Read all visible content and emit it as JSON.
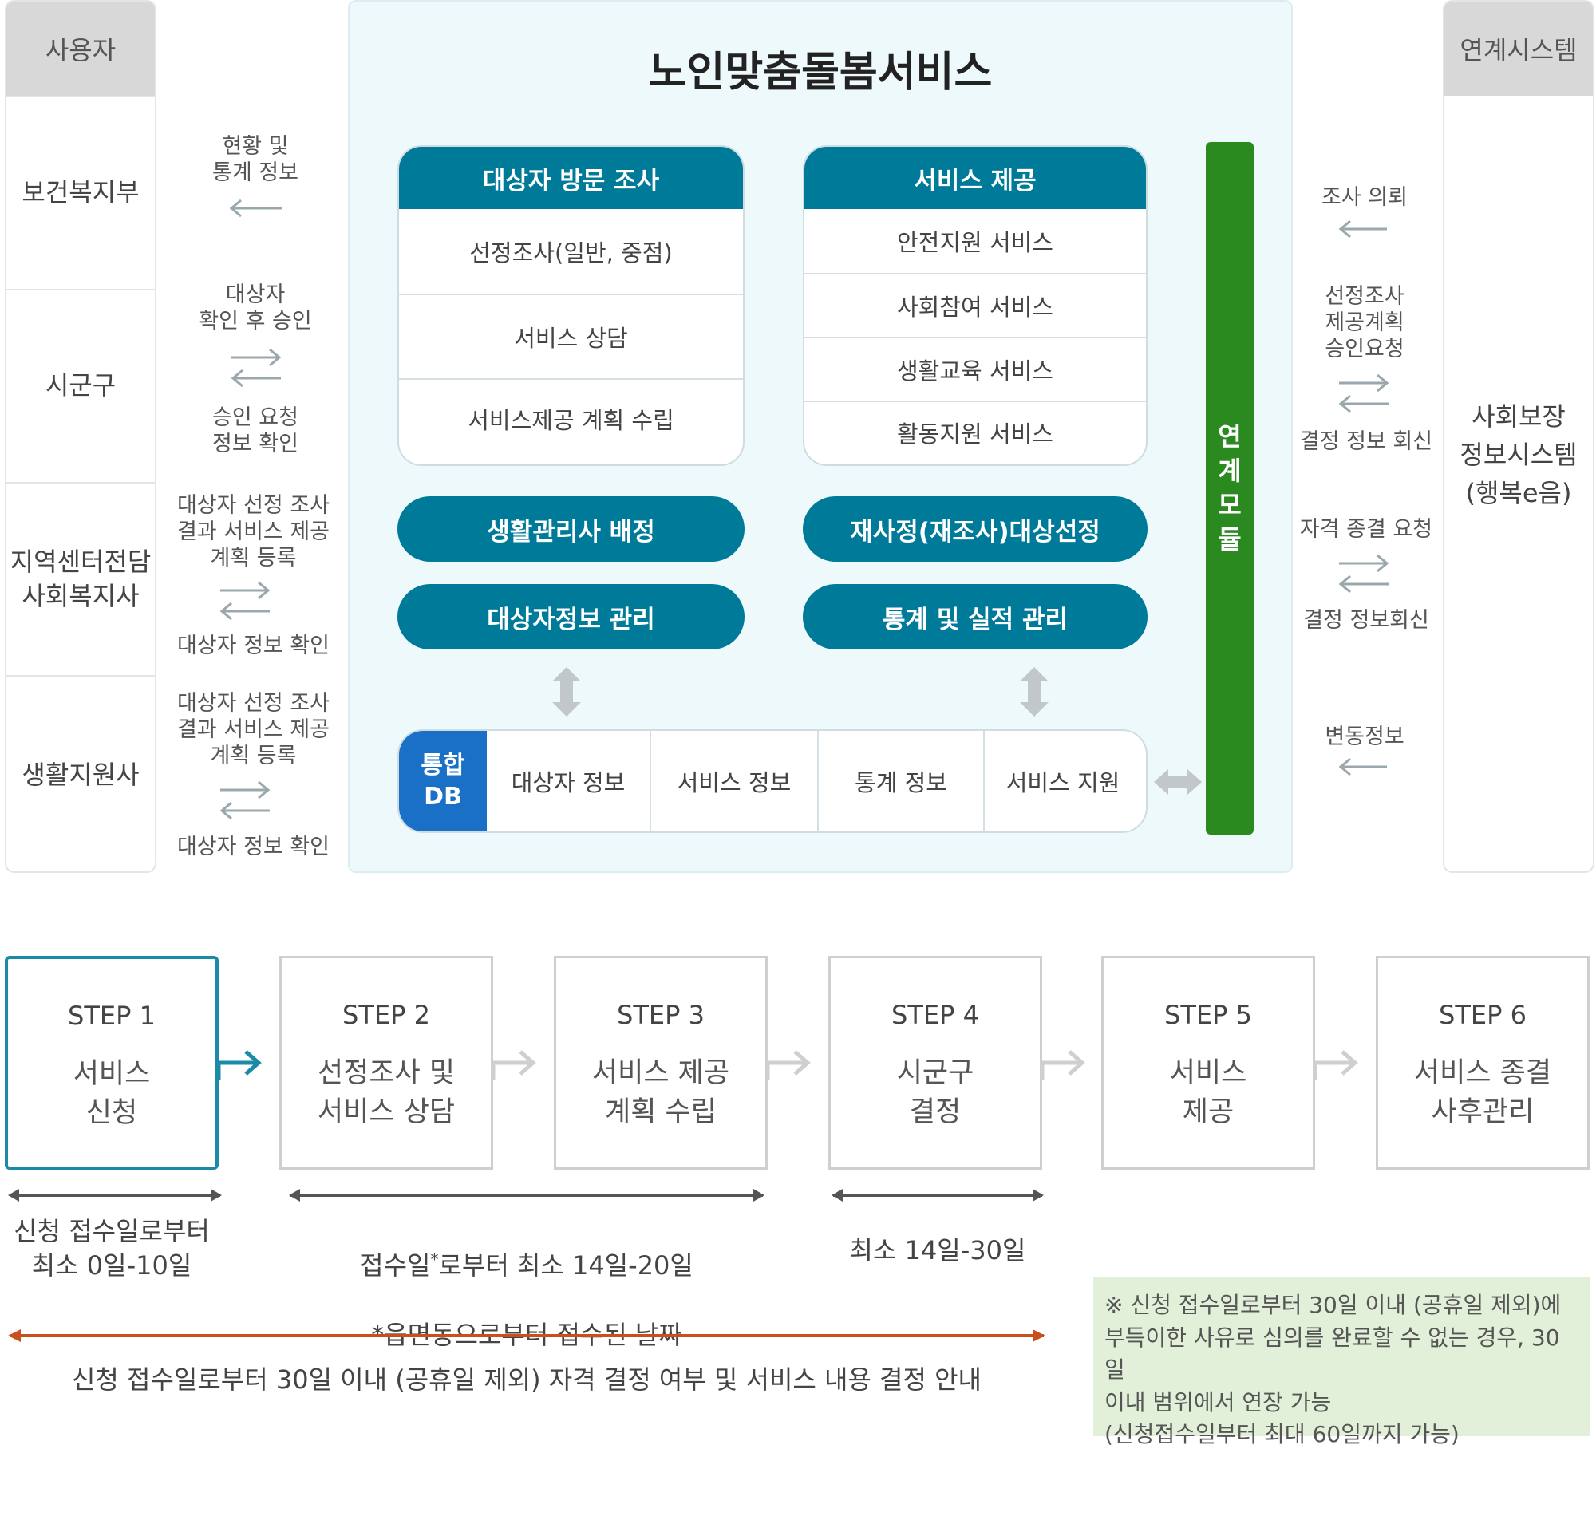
{
  "users": {
    "header": "사용자",
    "items": [
      "보건복지부",
      "시군구",
      "지역센터전담\n사회복지사",
      "생활지원사"
    ]
  },
  "linked": {
    "header": "연계시스템",
    "system": "사회보장\n정보시스템\n(행복e음)"
  },
  "left_flows": {
    "f1": "현황 및\n통계 정보",
    "f2_top": "대상자\n확인 후 승인",
    "f2_bottom": "승인 요청\n정보 확인",
    "f3_top": "대상자 선정 조사\n결과 서비스 제공\n계획 등록",
    "f3_bottom": "대상자 정보 확인",
    "f4_top": "대상자 선정 조사\n결과 서비스 제공\n계획 등록",
    "f4_bottom": "대상자 정보 확인"
  },
  "right_flows": {
    "r1": "조사 의뢰",
    "r2_top": "선정조사\n제공계획\n승인요청",
    "r2_bottom": "결정 정보 회신",
    "r3_top": "자격 종결 요청",
    "r3_bottom": "결정 정보회신",
    "r4": "변동정보"
  },
  "main": {
    "title": "노인맞춤돌봄서비스",
    "visit": {
      "header": "대상자 방문 조사",
      "items": [
        "선정조사(일반, 중점)",
        "서비스 상담",
        "서비스제공 계획 수립"
      ]
    },
    "service": {
      "header": "서비스 제공",
      "items": [
        "안전지원 서비스",
        "사회참여 서비스",
        "생활교육 서비스",
        "활동지원 서비스"
      ]
    },
    "pills": [
      "생활관리사 배정",
      "재사정(재조사)대상선정",
      "대상자정보 관리",
      "통계 및 실적 관리"
    ],
    "db": {
      "header": "통합\nDB",
      "cells": [
        "대상자 정보",
        "서비스 정보",
        "통계 정보",
        "서비스 지원"
      ]
    },
    "link_module": "연\n계\n모\n듈"
  },
  "steps": [
    {
      "label": "STEP 1",
      "title": "서비스\n신청"
    },
    {
      "label": "STEP 2",
      "title": "선정조사 및\n서비스 상담"
    },
    {
      "label": "STEP 3",
      "title": "서비스 제공\n계획 수립"
    },
    {
      "label": "STEP 4",
      "title": "시군구\n결정"
    },
    {
      "label": "STEP 5",
      "title": "서비스\n제공"
    },
    {
      "label": "STEP 6",
      "title": "서비스 종결\n사후관리"
    }
  ],
  "durations": {
    "d1": "신청 접수일로부터\n최소 0일-10일",
    "d2_line1_pre": "접수일",
    "d2_line1_sup": "*",
    "d2_line1_post": "로부터 최소 14일-20일",
    "d2_line2": "*읍면동으로부터 접수된 날짜",
    "d3": "최소 14일-30일",
    "overall": "신청 접수일로부터 30일 이내 (공휴일 제외) 자격 결정 여부 및 서비스 내용 결정 안내"
  },
  "note": "※ 신청 접수일로부터 30일 이내 (공휴일 제외)에\n부득이한 사유로 심의를 완료할 수 없는 경우, 30일\n이내 범위에서 연장 가능\n(신청접수일부터 최대 60일까지 가능)",
  "colors": {
    "teal": "#007a99",
    "db_blue": "#1a70c6",
    "link_green": "#2a8a1f",
    "overall_arrow": "#c8501e",
    "note_bg": "#e3f0d9"
  }
}
